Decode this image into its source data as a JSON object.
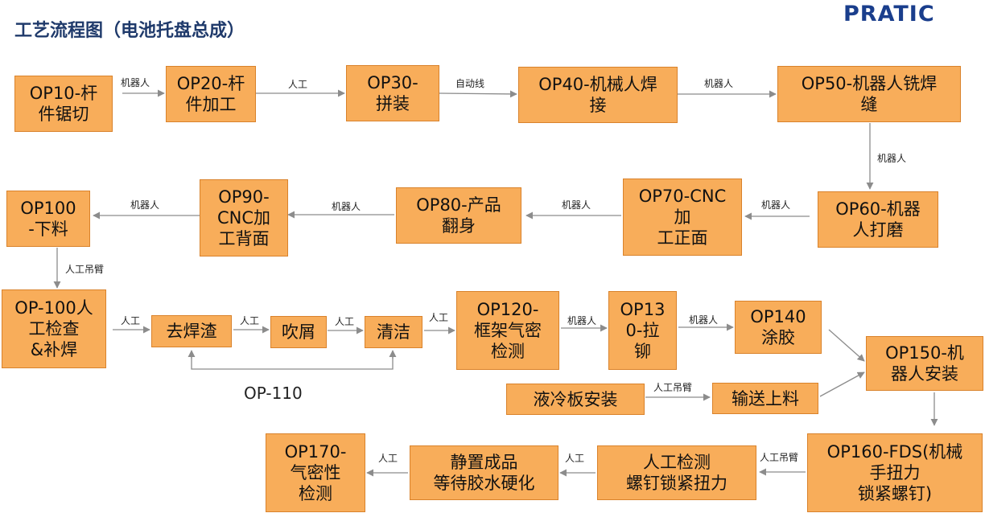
{
  "header": {
    "title": "工艺流程图（电池托盘总成）",
    "logo": "PRATIC"
  },
  "steps": {
    "op10": "OP10-杆\n件锯切",
    "op20": "OP20-杆\n件加工",
    "op30": "OP30-\n拼装",
    "op40": "OP40-机械人焊\n接",
    "op50": "OP50-机器人铣焊\n缝",
    "op60": "OP60-机器\n人打磨",
    "op70": "OP70-CNC\n加\n工正面",
    "op80": "OP80-产品\n翻身",
    "op90": "OP90-\nCNC加\n工背面",
    "op100": "OP100\n-下料",
    "op100b": "OP-100人\n工检查\n&补焊",
    "deslag": "去焊渣",
    "blow": "吹屑",
    "clean": "清洁",
    "op120": "OP120-\n框架气密\n检测",
    "op130": "OP13\n0-拉\n铆",
    "op140": "OP140\n涂胶",
    "op150": "OP150-机\n器人安装",
    "coldplate": "液冷板安装",
    "feed": "输送上料",
    "op160": "OP160-FDS(机械\n手扭力\n锁紧螺钉)",
    "manualcheck": "人工检测\n螺钉锁紧扭力",
    "cure": "静置成品\n等待胶水硬化",
    "op170": "OP170-\n气密性\n检测"
  },
  "group_label": "OP-110",
  "labels": {
    "l1": "机器人",
    "l2": "人工",
    "l3": "自动线",
    "l4": "机器人",
    "l5": "机器人",
    "l6": "机器人",
    "l7": "机器人",
    "l8": "机器人",
    "l9": "机器人",
    "l10": "人工吊臂",
    "l11": "人工",
    "l12": "人工",
    "l13": "人工",
    "l14": "人工",
    "l15": "机器人",
    "l16": "机器人",
    "l17": "人工吊臂",
    "l18": "人工吊臂",
    "l19": "人工",
    "l20": "人工"
  },
  "colors": {
    "box_fill": "#f8ad5a",
    "box_border": "#d9822b",
    "title": "#1f3a6b",
    "logo": "#1a3e8c",
    "arrow": "#8c8c8c"
  }
}
